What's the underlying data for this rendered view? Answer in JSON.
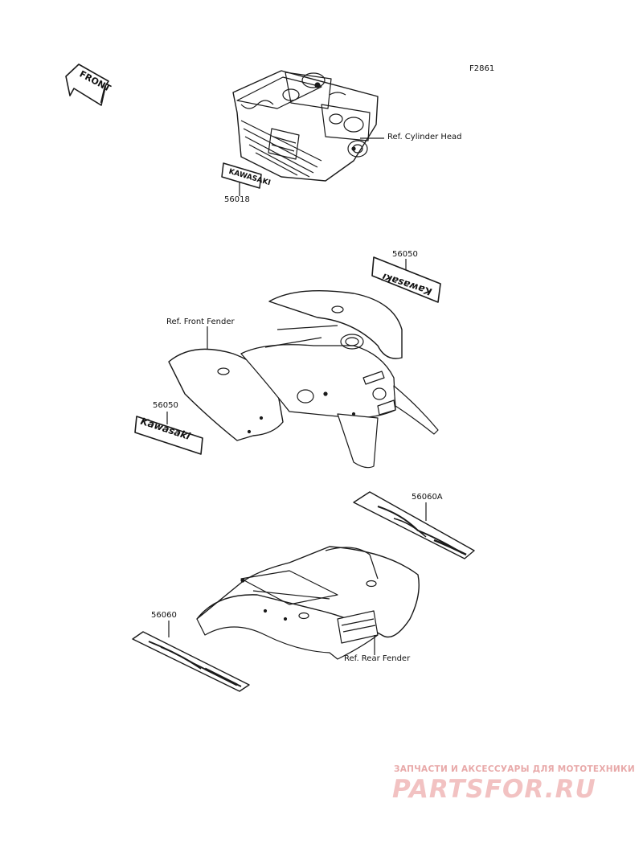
{
  "figure_id": "F2861",
  "front_arrow_text": "FRONT",
  "parts": [
    {
      "number": "56018",
      "decal_text": "KAWASAKI"
    },
    {
      "number": "56050",
      "decal_text": "Kawasaki"
    },
    {
      "number": "56050",
      "decal_text": "Kawasaki"
    },
    {
      "number": "56060A"
    },
    {
      "number": "56060"
    }
  ],
  "references": {
    "cylinder_head": "Ref. Cylinder Head",
    "front_fender": "Ref. Front Fender",
    "rear_fender": "Ref. Rear Fender"
  },
  "watermark": {
    "tagline": "ЗАПЧАСТИ И АКСЕССУАРЫ ДЛЯ МОТОТЕХНИКИ",
    "logo": "PARTSFOR.RU"
  },
  "colors": {
    "line": "#1a1a1a",
    "watermark": "#e8a9a9"
  }
}
